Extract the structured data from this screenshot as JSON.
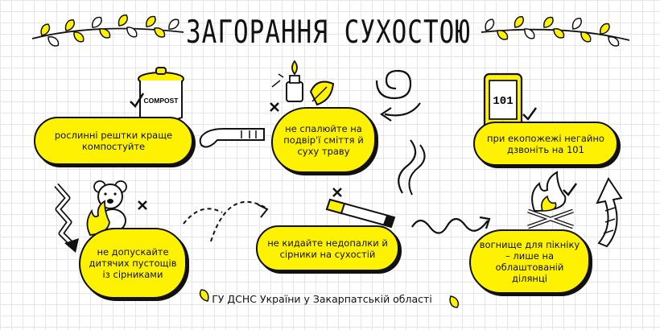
{
  "title": "ЗАГОРАННЯ СУХОСТОЮ",
  "cards": [
    {
      "id": "compost",
      "text": "рослинні рештки краще компостуйте",
      "icon": "compost-pot-icon"
    },
    {
      "id": "no-burn",
      "text": "не спалюйте на подвір'ї сміття й суху траву",
      "icon": "lighter-leaf-icon"
    },
    {
      "id": "call",
      "text": "при екопожежі негайно дзвоніть на 101",
      "icon": "phone-101-icon"
    },
    {
      "id": "kids",
      "text": "не допускайте дитячих пустощів із сірниками",
      "icon": "teddy-bear-fire-icon"
    },
    {
      "id": "cigarette",
      "text": "не кидайте недопалки й сірники на сухостій",
      "icon": "cigarette-icon"
    },
    {
      "id": "campfire",
      "text": "вогнище для пікніку – лише на облаштованій ділянці",
      "icon": "campfire-icon"
    }
  ],
  "labels": {
    "compost": "COMPOST",
    "phone": "101"
  },
  "footer": "ГУ ДСНС України у Закарпатській області",
  "colors": {
    "accent": "#fff200",
    "ink": "#111111",
    "grid": "#e6e6e6"
  }
}
